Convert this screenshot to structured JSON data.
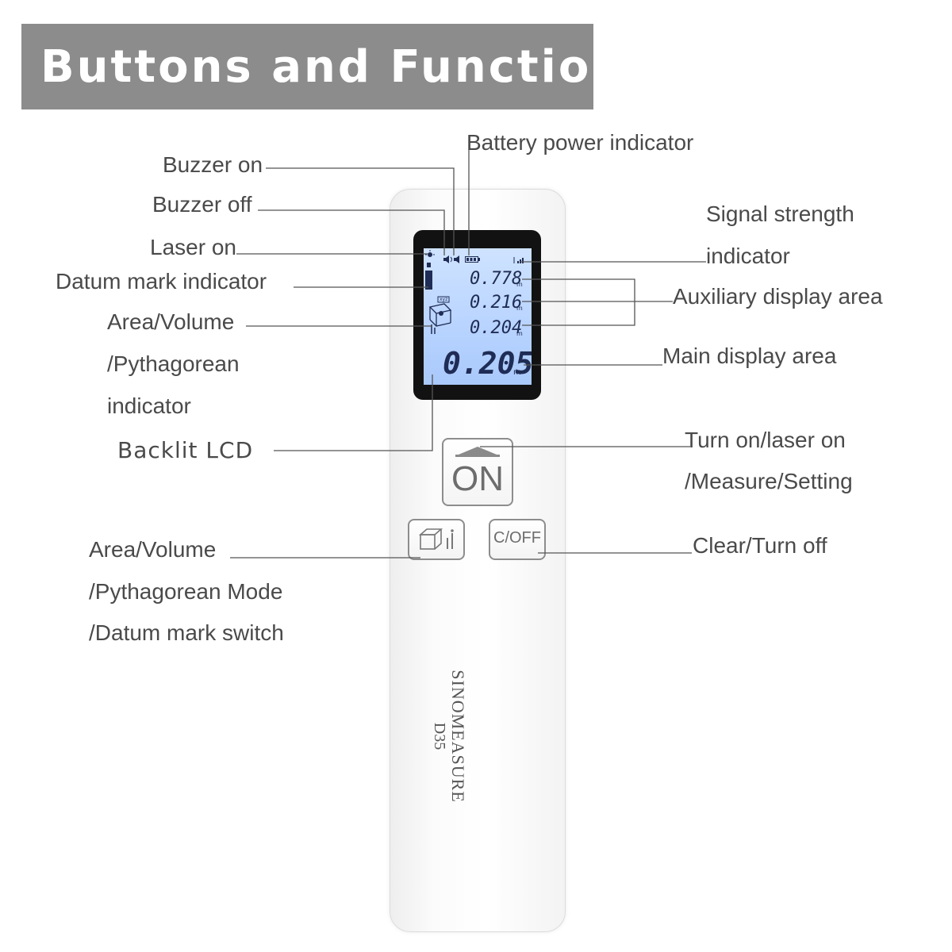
{
  "title": "Buttons and Functions",
  "labels": {
    "battery": "Battery power indicator",
    "buzzer_on": "Buzzer on",
    "buzzer_off": "Buzzer off",
    "laser_on": "Laser on",
    "datum": "Datum mark indicator",
    "area_ind_1": "Area/Volume",
    "area_ind_2": "/Pythagorean",
    "area_ind_3": "indicator",
    "backlit": "Backlit LCD",
    "signal_1": "Signal strength",
    "signal_2": "indicator",
    "aux": "Auxiliary display area",
    "main": "Main display area",
    "turn_on_1": "Turn on/laser on",
    "turn_on_2": "/Measure/Setting",
    "clear": "Clear/Turn off",
    "mode_1": "Area/Volume",
    "mode_2": "/Pythagorean Mode",
    "mode_3": "/Datum mark switch"
  },
  "lcd": {
    "aux_1": "0.778",
    "aux_2": "0.216",
    "aux_3": "0.204",
    "main": "0.205",
    "unit": "m",
    "area_tag": "xyz"
  },
  "device": {
    "on_label": "ON",
    "coff_label": "C/OFF",
    "brand": "SINOMEASURE",
    "model": "D35"
  },
  "colors": {
    "banner": "#8c8c8c",
    "lcd_backlight": "#b9d4ff",
    "lcd_segment": "#1f2c55",
    "leader_line": "#555555"
  }
}
